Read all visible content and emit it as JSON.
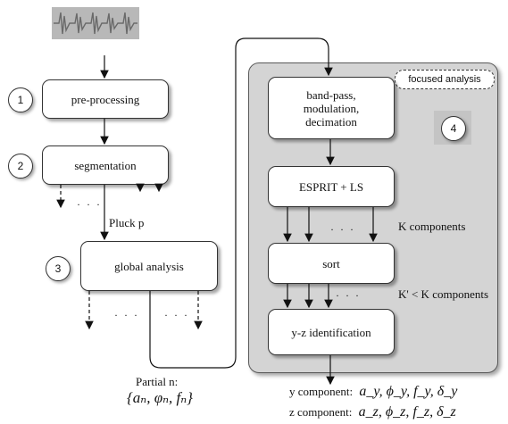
{
  "steps": {
    "preprocessing": {
      "number": "1",
      "label": "pre-processing"
    },
    "segmentation": {
      "number": "2",
      "label": "segmentation"
    },
    "global": {
      "number": "3",
      "label": "global analysis"
    },
    "focused": {
      "number": "4",
      "title": "focused analysis"
    }
  },
  "focused_blocks": {
    "bandpass": "band-pass,\nmodulation,\ndecimation",
    "esprit": "ESPRIT + LS",
    "sort": "sort",
    "yz": "y-z identification"
  },
  "labels": {
    "pluck": "Pluck p",
    "k_components": "K components",
    "kprime_components": "K' < K  components",
    "partial": "Partial n:",
    "partial_set": "{aₙ, φₙ, fₙ}",
    "dots": "· · ·"
  },
  "outputs": {
    "y_label": "y component:",
    "y_params": "a_y, ϕ_y, f_y, δ_y",
    "z_label": "z component:",
    "z_params": "a_z, ϕ_z, f_z, δ_z"
  }
}
